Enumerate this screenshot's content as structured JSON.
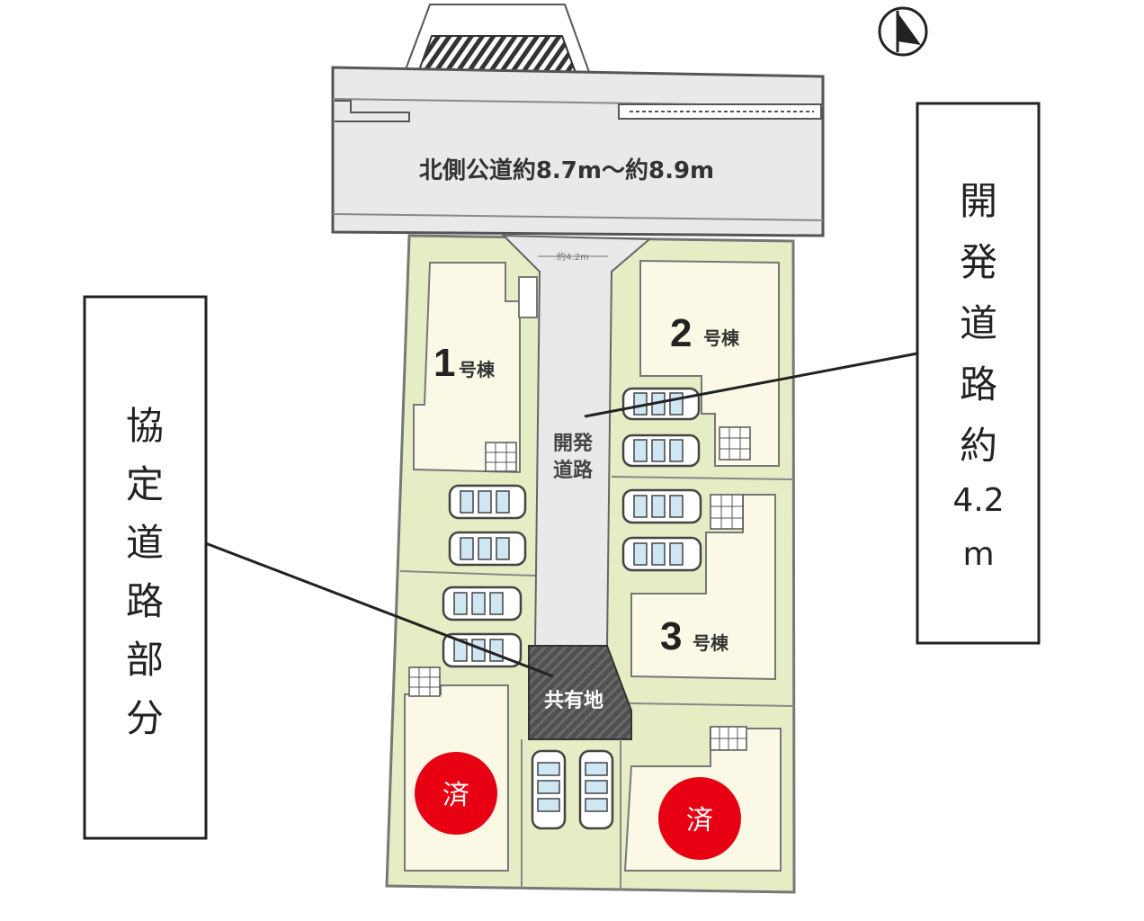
{
  "north_road_label": "北側公道約8.7m～約8.9m",
  "road_width_marker": "約4.2m",
  "dev_road_label_line1": "開発",
  "dev_road_label_line2": "道路",
  "common_area_label": "共有地",
  "houses": [
    {
      "num": "1",
      "suffix": "号棟"
    },
    {
      "num": "2",
      "suffix": "号棟"
    },
    {
      "num": "3",
      "suffix": "号棟"
    }
  ],
  "sold_label": "済",
  "callout_right": [
    "開",
    "発",
    "道",
    "路",
    "約",
    "4.2",
    "m"
  ],
  "callout_left": [
    "協",
    "定",
    "道",
    "路",
    "部",
    "分"
  ],
  "colors": {
    "lot": "#e6edc4",
    "building": "#fbf9e6",
    "road": "#e9e9e9",
    "common": "#555555",
    "sold": "#e60012"
  }
}
